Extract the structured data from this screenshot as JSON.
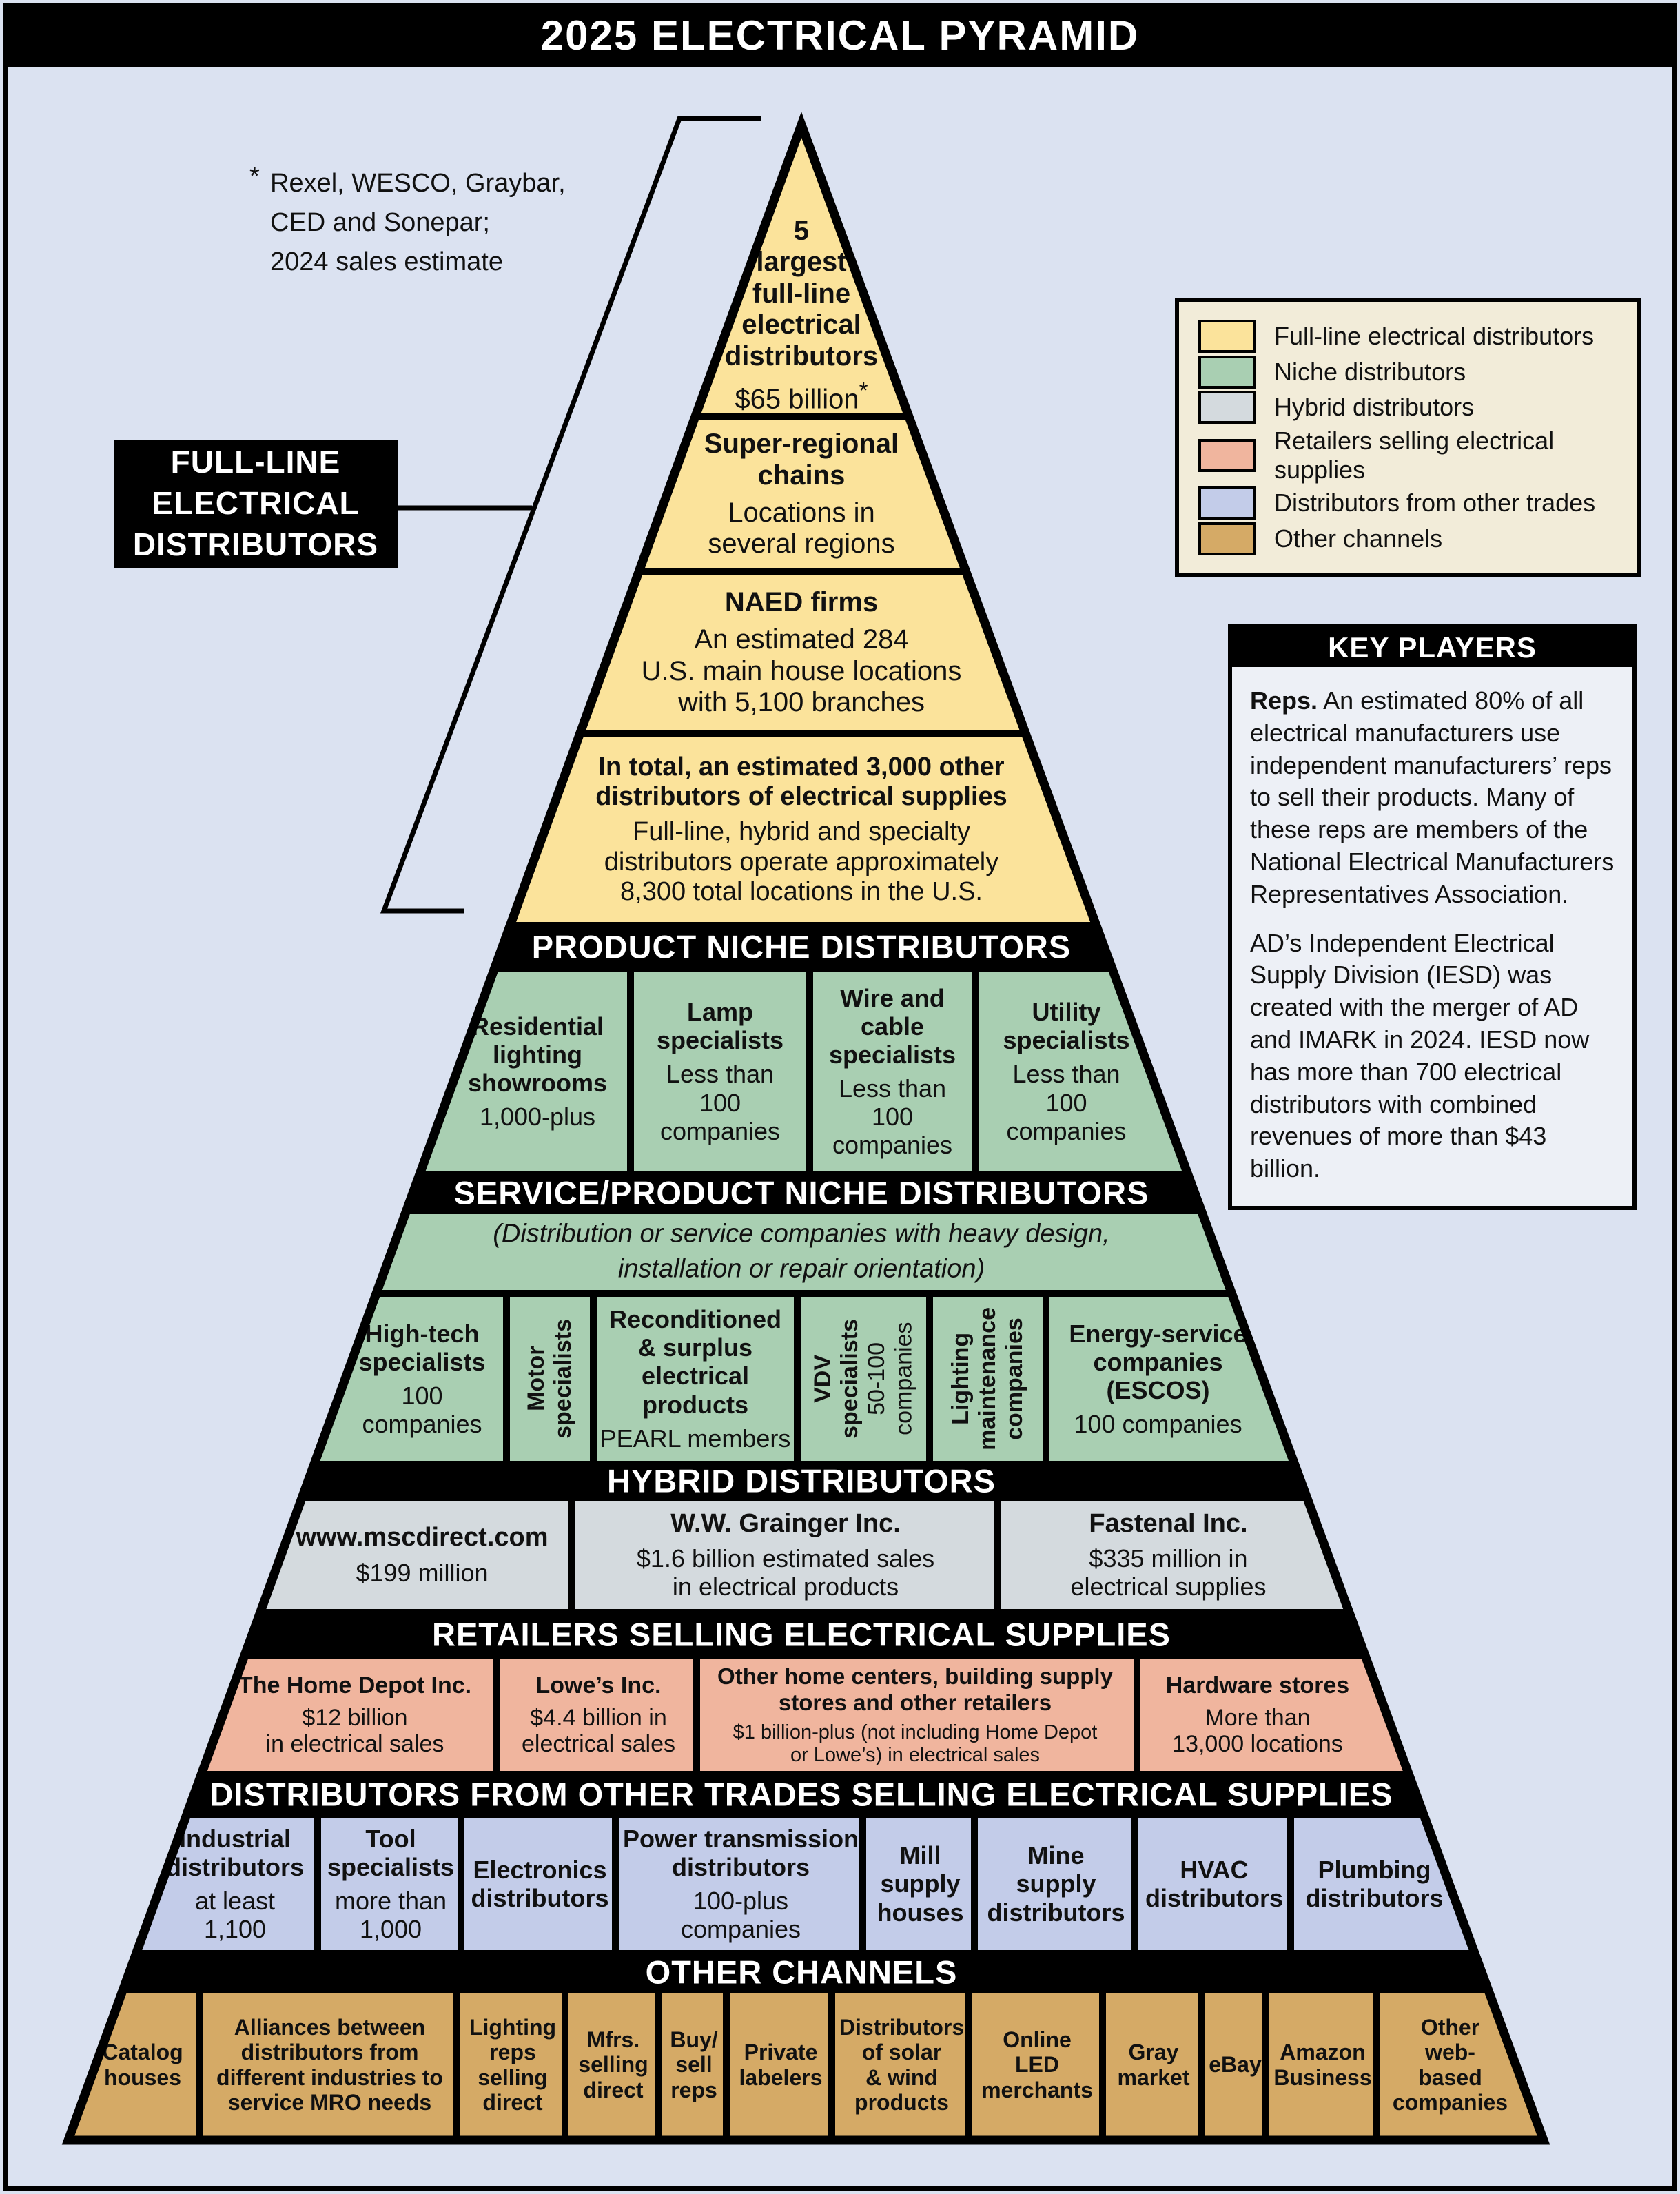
{
  "title": "2025 ELECTRICAL PYRAMID",
  "footnote": {
    "mark": "*",
    "text": "Rexel, WESCO, Graybar,\nCED and Sonepar;\n2024 sales estimate"
  },
  "side_label": "FULL-LINE\nELECTRICAL\nDISTRIBUTORS",
  "colors": {
    "background": "#dbe2f1",
    "full_line": "#fbe39b",
    "niche": "#a9cfb2",
    "hybrid": "#d4dade",
    "retailers": "#f0b59e",
    "other_trades": "#c3cce9",
    "other_channels": "#d5aa66",
    "legend_bg": "#f2ecd9",
    "keybox_bg": "#edf0f6",
    "band": "#000000"
  },
  "legend": {
    "items": [
      {
        "color": "#fbe39b",
        "label": "Full-line electrical distributors"
      },
      {
        "color": "#a9cfb2",
        "label": "Niche distributors"
      },
      {
        "color": "#d4dade",
        "label": "Hybrid distributors"
      },
      {
        "color": "#f0b59e",
        "label": "Retailers selling electrical supplies"
      },
      {
        "color": "#c3cce9",
        "label": "Distributors from other trades"
      },
      {
        "color": "#d5aa66",
        "label": "Other channels"
      }
    ]
  },
  "key_players": {
    "header": "KEY PLAYERS",
    "lead": "Reps.",
    "para1": " An estimated 80% of all electrical manufacturers use independent manufacturers’ reps to sell their products. Many of these reps are members of the National Electrical Manufacturers Representatives Association.",
    "para2": "AD’s Independent Electrical Supply Division (IESD) was created with the merger of AD and IMARK in 2024. IESD now has more than 700 electrical distributors with combined revenues of more than $43 billion."
  },
  "tiers": [
    {
      "title": "5\nlargest\nfull-line\nelectrical\ndistributors",
      "value": "$65 billion",
      "mark": "*"
    },
    {
      "title": "Super-regional\nchains",
      "sub": "Locations in\nseveral regions"
    },
    {
      "title": "NAED firms",
      "sub": "An estimated 284\nU.S. main house locations\nwith 5,100 branches"
    },
    {
      "title": "In total, an estimated 3,000 other\ndistributors of electrical supplies",
      "sub": "Full-line, hybrid and specialty\ndistributors operate approximately\n8,300 total locations in the U.S."
    }
  ],
  "bands": {
    "product_niche": "PRODUCT NICHE DISTRIBUTORS",
    "service_niche": "SERVICE/PRODUCT NICHE DISTRIBUTORS",
    "hybrid": "HYBRID DISTRIBUTORS",
    "retailers": "RETAILERS SELLING ELECTRICAL SUPPLIES",
    "other_trades": "DISTRIBUTORS FROM OTHER TRADES SELLING ELECTRICAL SUPPLIES",
    "other_channels": "OTHER CHANNELS"
  },
  "service_note": "(Distribution or service companies with heavy design,\ninstallation or repair orientation)",
  "product_niche_row": {
    "cells": [
      {
        "title": "Residential\nlighting\nshowrooms",
        "sub": "1,000-plus"
      },
      {
        "title": "Lamp\nspecialists",
        "sub": "Less than\n100\ncompanies"
      },
      {
        "title": "Wire and\ncable\nspecialists",
        "sub": "Less than\n100\ncompanies"
      },
      {
        "title": "Utility\nspecialists",
        "sub": "Less than\n100\ncompanies"
      }
    ]
  },
  "service_niche_row": {
    "cells": [
      {
        "title": "High-tech\nspecialists",
        "sub": "100\ncompanies"
      },
      {
        "title": "Motor\nspecialists"
      },
      {
        "title": "Reconditioned\n& surplus\nelectrical\nproducts",
        "sub": "PEARL members"
      },
      {
        "title": "VDV\nspecialists",
        "sub": "50-100\ncompanies"
      },
      {
        "title": "Lighting\nmaintenance\ncompanies"
      },
      {
        "title": "Energy-service\ncompanies\n(ESCOS)",
        "sub": "100 companies"
      }
    ]
  },
  "hybrid_row": {
    "cells": [
      {
        "title": "www.mscdirect.com",
        "sub": "$199 million"
      },
      {
        "title": "W.W. Grainger Inc.",
        "sub": "$1.6 billion estimated sales\nin electrical products"
      },
      {
        "title": "Fastenal Inc.",
        "sub": "$335 million in\nelectrical supplies"
      }
    ]
  },
  "retailers_row": {
    "cells": [
      {
        "title": "The Home Depot Inc.",
        "sub": "$12 billion\nin electrical sales"
      },
      {
        "title": "Lowe’s Inc.",
        "sub": "$4.4 billion in\nelectrical sales"
      },
      {
        "title": "Other home centers, building supply\nstores and other retailers",
        "sub": "$1 billion-plus (not including Home Depot\nor Lowe’s) in electrical sales"
      },
      {
        "title": "Hardware stores",
        "sub": "More than\n13,000 locations"
      }
    ]
  },
  "other_trades_row": {
    "cells": [
      {
        "title": "Industrial\ndistributors",
        "sub": "at least\n1,100"
      },
      {
        "title": "Tool\nspecialists",
        "sub": "more than\n1,000"
      },
      {
        "title": "Electronics\ndistributors"
      },
      {
        "title": "Power transmission\ndistributors",
        "sub": "100-plus\ncompanies"
      },
      {
        "title": "Mill\nsupply\nhouses"
      },
      {
        "title": "Mine\nsupply\ndistributors"
      },
      {
        "title": "HVAC\ndistributors"
      },
      {
        "title": "Plumbing\ndistributors"
      }
    ]
  },
  "other_channels_row": {
    "cells": [
      {
        "title": "Catalog\nhouses"
      },
      {
        "title": "Alliances between\ndistributors from\ndifferent industries to\nservice MRO needs"
      },
      {
        "title": "Lighting\nreps\nselling\ndirect"
      },
      {
        "title": "Mfrs.\nselling\ndirect"
      },
      {
        "title": "Buy/\nsell\nreps"
      },
      {
        "title": "Private\nlabelers"
      },
      {
        "title": "Distributors\nof solar\n& wind\nproducts"
      },
      {
        "title": "Online\nLED\nmerchants"
      },
      {
        "title": "Gray\nmarket"
      },
      {
        "title": "eBay"
      },
      {
        "title": "Amazon\nBusiness"
      },
      {
        "title": "Other\nweb-\nbased\ncompanies"
      }
    ]
  }
}
